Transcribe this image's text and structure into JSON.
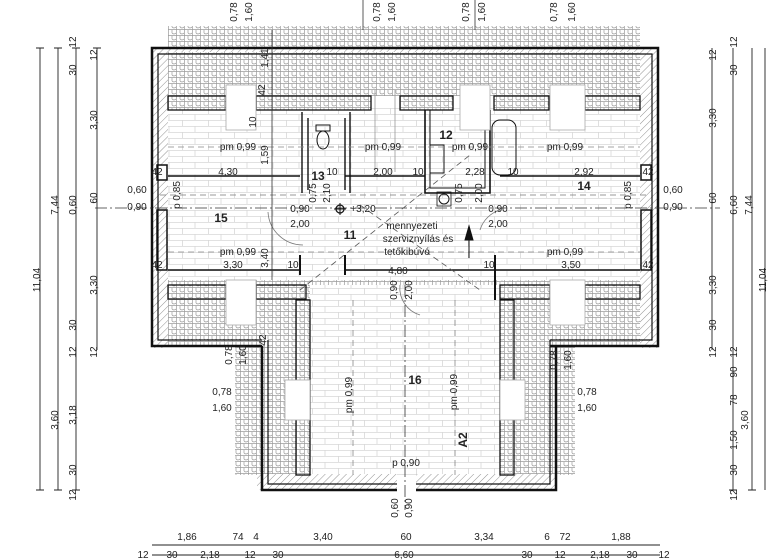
{
  "drawing": {
    "rooms": [
      "15",
      "11",
      "12",
      "13",
      "14",
      "16"
    ],
    "marker": "A2",
    "note_lines": [
      "mennyezeti",
      "szerviznyílás és",
      "tetőkibúvó"
    ],
    "level": "+3,20",
    "top_dims": [
      "0,78",
      "1,60",
      "0,78",
      "1,60",
      "0,78",
      "1,60",
      "0,78",
      "1,60"
    ],
    "left_dims": [
      "11,04",
      "7,44",
      "3,60",
      "12",
      "30",
      "0,60",
      "30",
      "12",
      "3,18",
      "30",
      "12",
      "12",
      "3,30",
      "60",
      "3,30",
      "12"
    ],
    "right_dims": [
      "12",
      "3,30",
      "60",
      "3,30",
      "30",
      "12",
      "12",
      "30",
      "6,60",
      "12",
      "90",
      "78",
      "1,50",
      "30",
      "12",
      "7,44",
      "3,60",
      "11,04"
    ],
    "bottom_row1": [
      "1,86",
      "74",
      "4",
      "3,40",
      "60",
      "3,34",
      "6",
      "72",
      "1,88"
    ],
    "bottom_row2": [
      "12",
      "30",
      "2,18",
      "12",
      "30",
      "6,60",
      "30",
      "12",
      "2,18",
      "30",
      "12"
    ],
    "interior": [
      "pm 0,99",
      "pm 0,99",
      "pm 0,99",
      "pm 0,99",
      "4,30",
      "10",
      "1,59",
      "10",
      "2,00",
      "10",
      "2,28",
      "10",
      "2,92",
      "42",
      "42",
      "0,60",
      "0,90",
      "0,60",
      "0,90",
      "p 0,85",
      "p 0,85",
      "0,90",
      "2,00",
      "0,75",
      "2,10",
      "0,75",
      "2,00",
      "0,90",
      "2,00",
      "pm 0,99",
      "pm 0,99",
      "3,30",
      "3,40",
      "10",
      "4,80",
      "10",
      "3,50",
      "42",
      "42",
      "0,90",
      "2,00",
      "42",
      "1,41",
      "42",
      "0,78",
      "1,60",
      "0,78",
      "1,60",
      "pm 0,99",
      "pm 0,99",
      "0,78",
      "1,60",
      "0,78",
      "1,60",
      "p 0,90",
      "0,60",
      "0,90"
    ]
  }
}
